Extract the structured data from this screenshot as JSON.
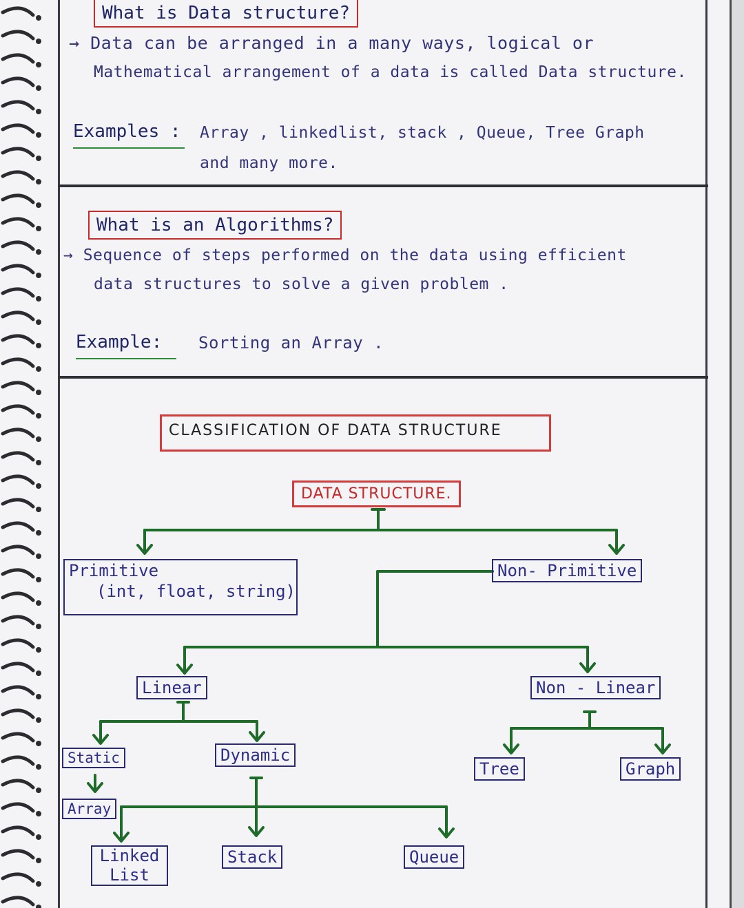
{
  "section1": {
    "heading": "What is Data structure?",
    "line1": "→ Data can be arranged in a many ways, logical or",
    "line2": "Mathematical arrangement of a data is called Data structure.",
    "examples_label": "Examples :",
    "examples_line1": "Array , linkedlist, stack , Queue, Tree Graph",
    "examples_line2": "and many more."
  },
  "section2": {
    "heading": "What is an Algorithms?",
    "line1": "→ Sequence of steps performed on the data using efficient",
    "line2": "data structures to solve a given problem .",
    "example_label": "Example:",
    "example_text": "Sorting an Array ."
  },
  "section3": {
    "title": "CLASSIFICATION OF DATA STRUCTURE",
    "root": "DATA STRUCTURE.",
    "primitive_line1": "Primitive",
    "primitive_line2": "(int, float, string)",
    "non_primitive": "Non- Primitive",
    "linear": "Linear",
    "non_linear": "Non - Linear",
    "static": "Static",
    "dynamic": "Dynamic",
    "tree": "Tree",
    "graph": "Graph",
    "array": "Array",
    "linked_line1": "Linked",
    "linked_line2": "List",
    "stack": "Stack",
    "queue": "Queue"
  },
  "colors": {
    "ink_blue": "#2d2d8a",
    "ink_red": "#c62828",
    "ink_green": "#2e8b3a"
  }
}
